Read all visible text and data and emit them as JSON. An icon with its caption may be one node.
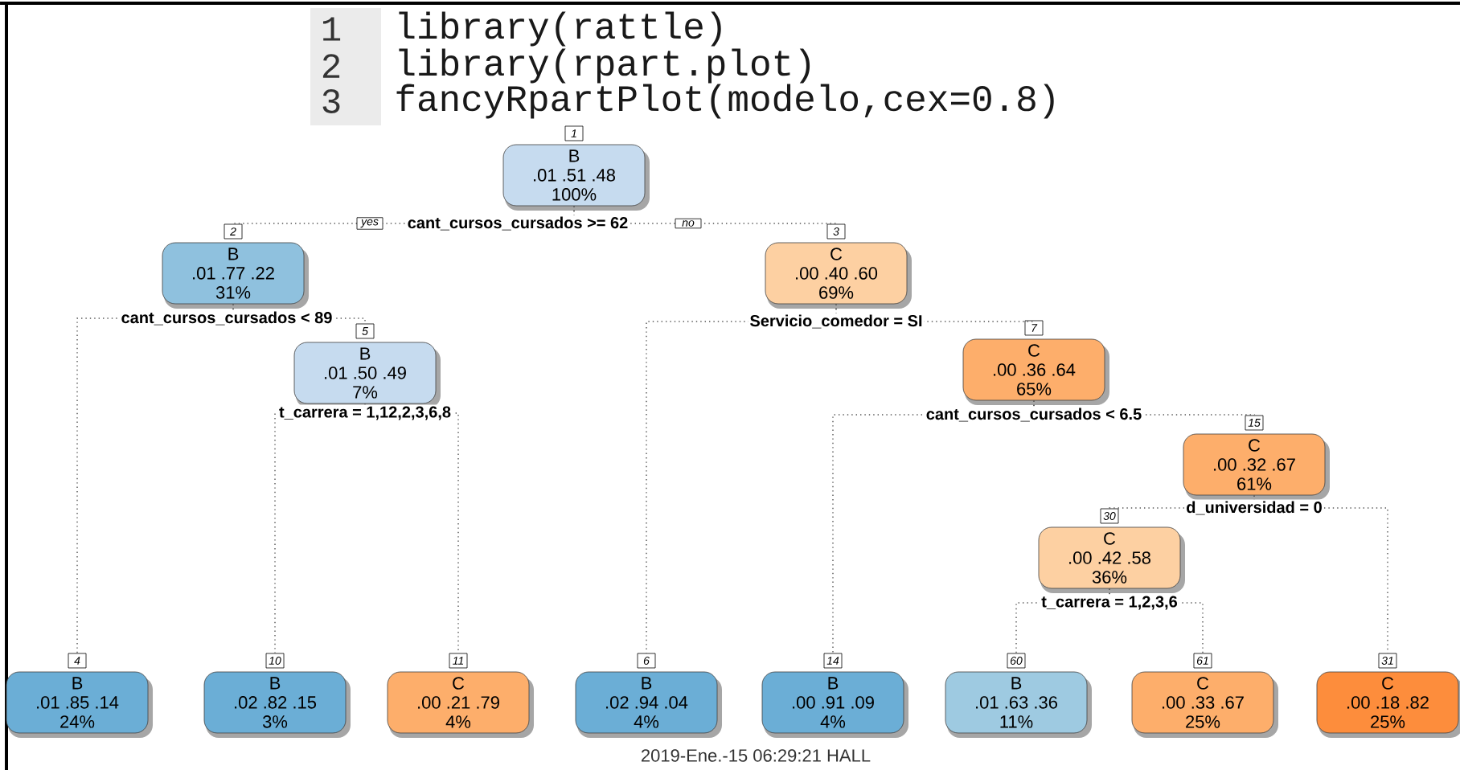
{
  "diagram": {
    "caption": "2019-Ene.-15 06:29:21 HALL",
    "nodes": [
      {
        "text": [
          "B",
          ".01 .51 .48",
          "100%"
        ],
        "beside": [
          "1"
        ]
      },
      {
        "text": [
          "B",
          ".01 .77 .22",
          "31%"
        ],
        "beside": [
          "2"
        ]
      },
      {
        "text": [
          "C",
          ".00 .40 .60",
          "69%"
        ],
        "beside": [
          "3"
        ]
      },
      {
        "text": [
          "B",
          ".01 .50 .49",
          "7%"
        ],
        "beside": [
          "5"
        ]
      },
      {
        "text": [
          "C",
          ".00 .36 .64",
          "65%"
        ],
        "beside": [
          "7"
        ]
      },
      {
        "text": [
          "C",
          ".00 .32 .67",
          "61%"
        ],
        "beside": [
          "15"
        ]
      },
      {
        "text": [
          "C",
          ".00 .42 .58",
          "36%"
        ],
        "beside": [
          "30"
        ]
      },
      {
        "text": [
          "B",
          ".01 .85 .14",
          "24%"
        ],
        "beside": [
          "4"
        ]
      },
      {
        "text": [
          "B",
          ".02 .82 .15",
          "3%"
        ],
        "beside": [
          "10"
        ]
      },
      {
        "text": [
          "C",
          ".00 .21 .79",
          "4%"
        ],
        "beside": [
          "11"
        ]
      },
      {
        "text": [
          "B",
          ".02 .94 .04",
          "4%"
        ],
        "beside": [
          "6"
        ]
      },
      {
        "text": [
          "B",
          ".00 .91 .09",
          "4%"
        ],
        "beside": [
          "14"
        ]
      },
      {
        "text": [
          "B",
          ".01 .63 .36",
          "11%"
        ],
        "beside": [
          "60"
        ]
      },
      {
        "text": [
          "C",
          ".00 .33 .67",
          "25%"
        ],
        "beside": [
          "61"
        ]
      },
      {
        "text": [
          "C",
          ".00 .18 .82",
          "25%"
        ],
        "beside": [
          "31"
        ]
      }
    ],
    "edges": [
      {
        "from": 0,
        "to": 1,
        "arrow": "none",
        "label": "yes"
      },
      {
        "from": 0,
        "to": 2,
        "arrow": "none",
        "label": "no"
      },
      {
        "from": 1,
        "to": 7,
        "arrow": "none"
      },
      {
        "from": 1,
        "to": 3,
        "arrow": "none"
      },
      {
        "from": 3,
        "to": 8,
        "arrow": "none"
      },
      {
        "from": 3,
        "to": 9,
        "arrow": "none"
      },
      {
        "from": 2,
        "to": 10,
        "arrow": "none"
      },
      {
        "from": 2,
        "to": 4,
        "arrow": "none"
      },
      {
        "from": 4,
        "to": 11,
        "arrow": "none"
      },
      {
        "from": 4,
        "to": 5,
        "arrow": "none"
      },
      {
        "from": 5,
        "to": 6,
        "arrow": "none"
      },
      {
        "from": 5,
        "to": 14,
        "arrow": "none"
      },
      {
        "from": 6,
        "to": 12,
        "arrow": "none"
      },
      {
        "from": 6,
        "to": 13,
        "arrow": "none"
      }
    ],
    "labels": [
      "1",
      "library(rattle)",
      "2",
      "library(rpart.plot)",
      "3",
      "fancyRpartPlot(modelo,cex=0.8)",
      "cant_cursos_cursados >= 62",
      "cant_cursos_cursados < 89",
      "t_carrera = 1,12,2,3,6,8",
      "Servicio_comedor = SI",
      "cant_cursos_cursados < 6.5",
      "d_universidad = 0",
      "t_carrera = 1,2,3,6"
    ]
  }
}
